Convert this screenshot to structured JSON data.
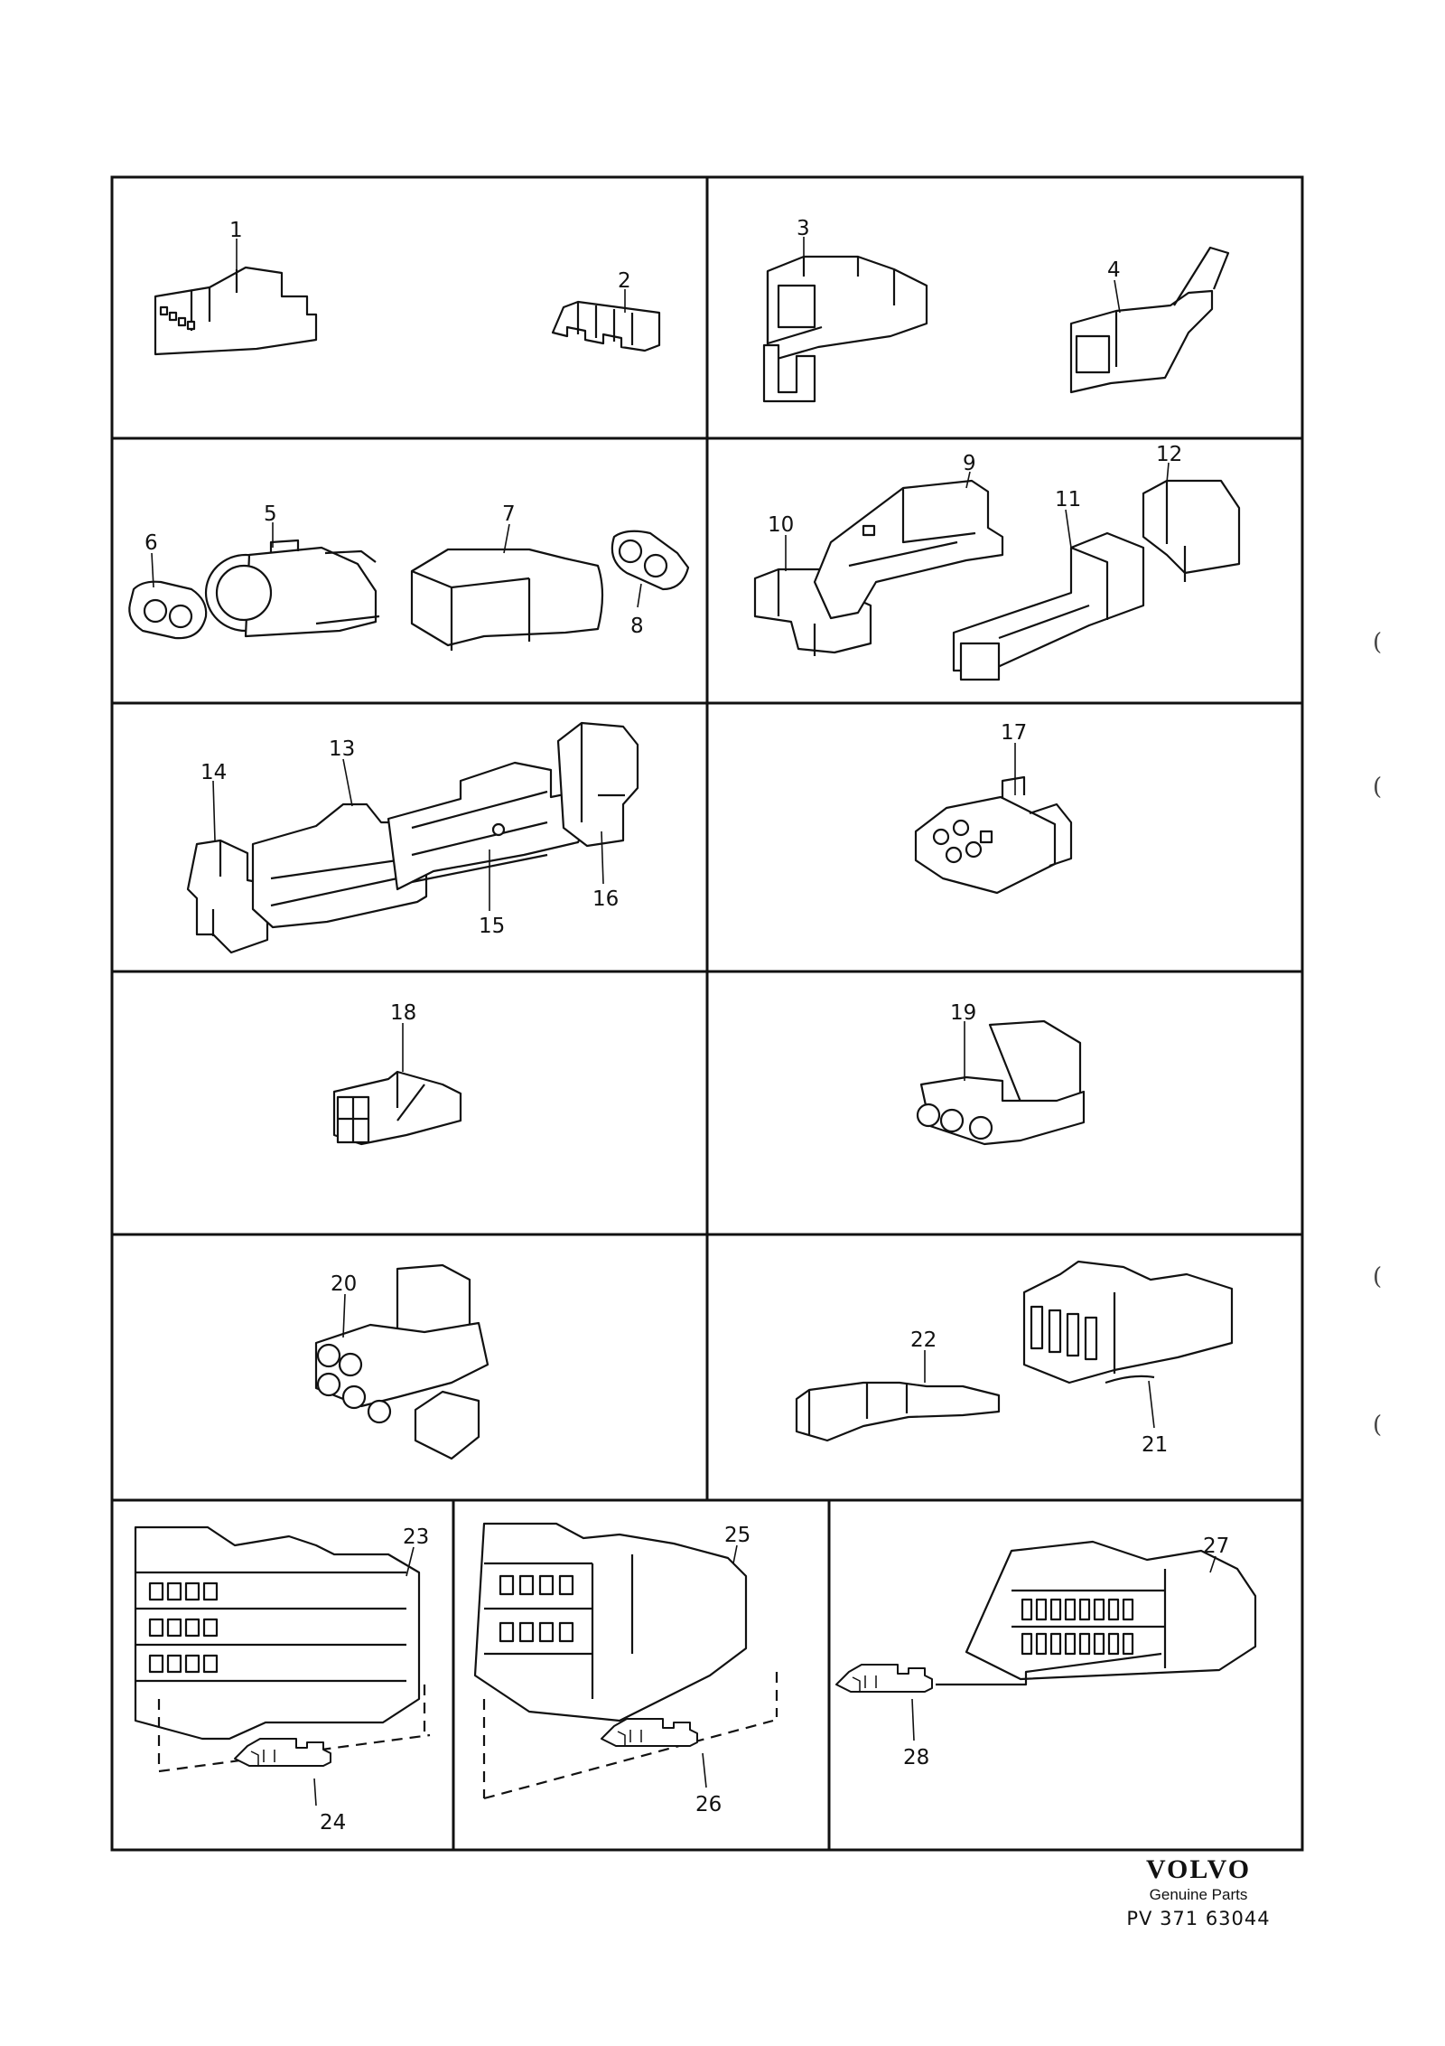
{
  "diagram": {
    "callouts": [
      "1",
      "2",
      "3",
      "4",
      "5",
      "6",
      "7",
      "8",
      "9",
      "10",
      "11",
      "12",
      "13",
      "14",
      "15",
      "16",
      "17",
      "18",
      "19",
      "20",
      "21",
      "22",
      "23",
      "24",
      "25",
      "26",
      "27",
      "28"
    ]
  },
  "brand": {
    "logo": "VOLVO",
    "line": "Genuine Parts",
    "reference": "PV 371 63044"
  },
  "margin_marks": [
    "(",
    "(",
    "(",
    "("
  ],
  "colors": {
    "ink": "#111111",
    "paper": "#ffffff"
  }
}
